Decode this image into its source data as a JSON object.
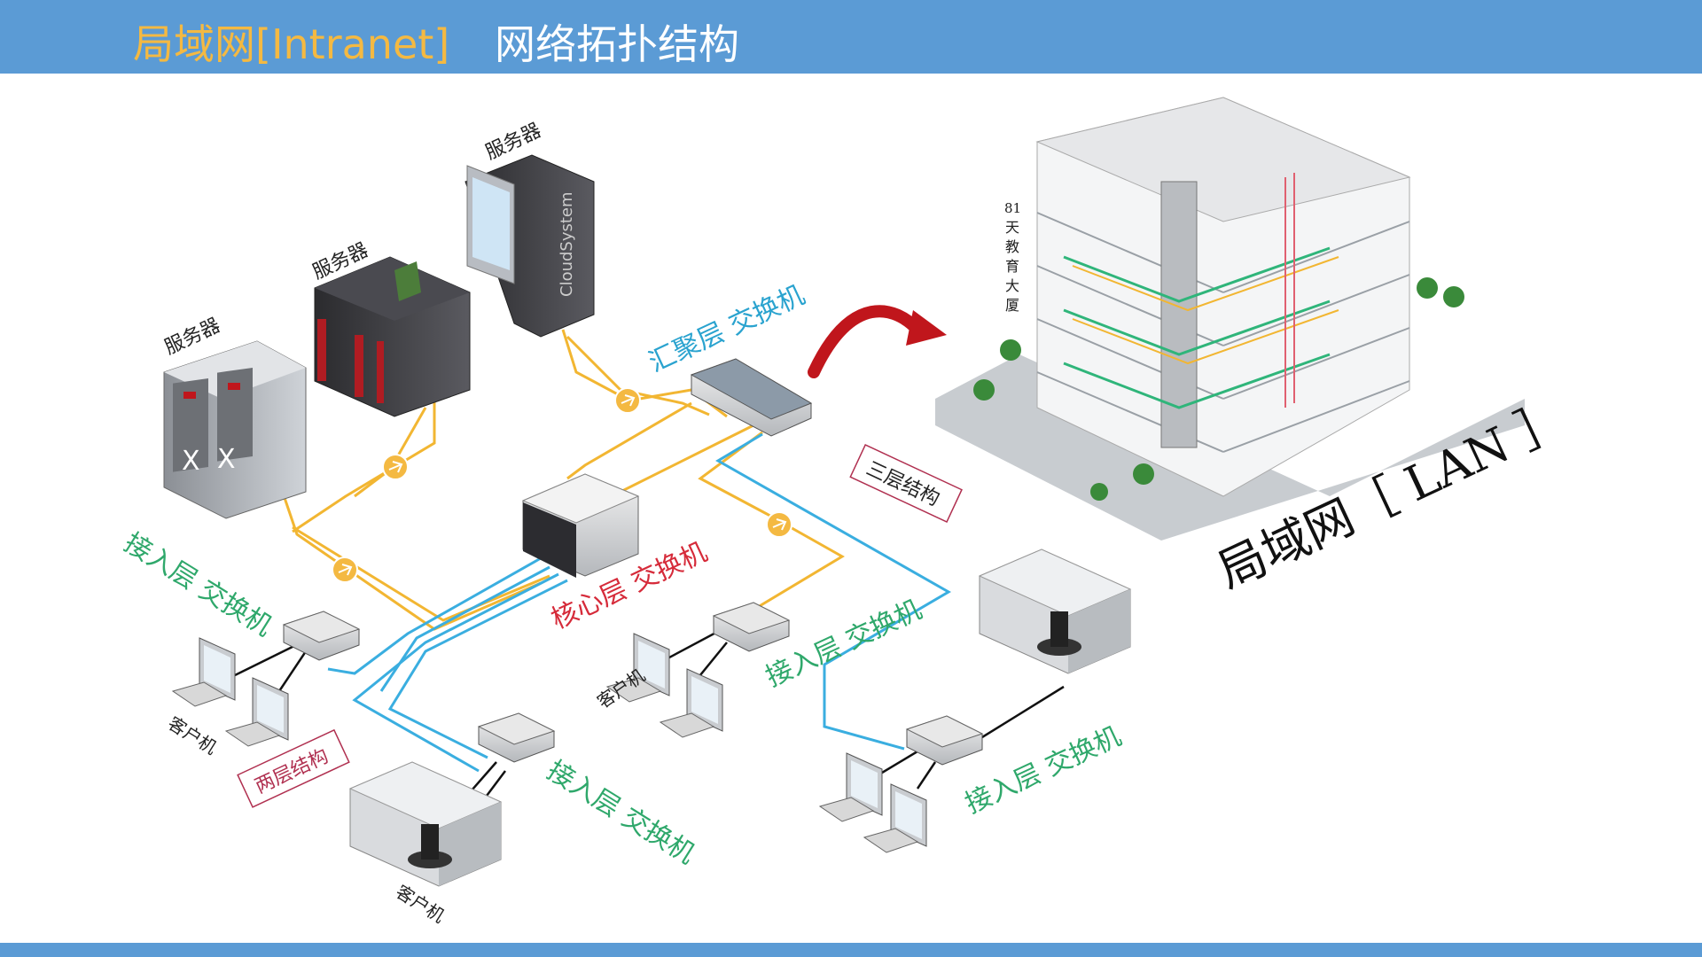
{
  "header": {
    "title_part1": "局域网[Intranet]",
    "title_part2": "网络拓扑结构"
  },
  "labels": {
    "server": "服务器",
    "aggregation_switch": "汇聚层 交换机",
    "core_switch": "核心层 交换机",
    "access_switch": "接入层 交换机",
    "client": "客户机",
    "two_tier": "两层结构",
    "three_tier": "三层结构",
    "lan": "局域网［ LAN ］",
    "building_name": [
      "81",
      "天",
      "教",
      "育",
      "大",
      "厦"
    ]
  },
  "colors": {
    "header_bg": "#5b9bd5",
    "title_accent": "#f4b942",
    "cable_yellow": "#f2b632",
    "cable_blue": "#3aaee0",
    "label_green": "#2fa86b",
    "label_blue": "#2aa3cf",
    "label_red": "#d62b3a",
    "arrow_red": "#c0161c"
  },
  "icons": [
    "server-rack-icon",
    "cloud-server-icon",
    "switch-icon",
    "workstation-icon",
    "desk-icon",
    "building-icon",
    "router-icon"
  ]
}
